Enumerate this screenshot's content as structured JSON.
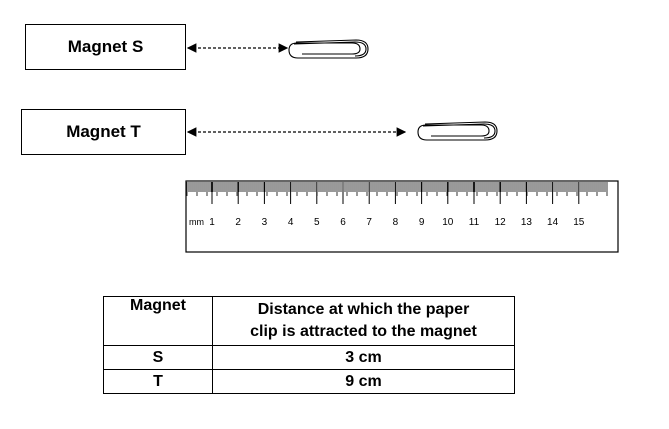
{
  "magnets": [
    {
      "label": "Magnet S"
    },
    {
      "label": "Magnet T"
    }
  ],
  "ruler": {
    "unit": "mm",
    "numbers": [
      "1",
      "2",
      "3",
      "4",
      "5",
      "6",
      "7",
      "8",
      "9",
      "10",
      "11",
      "12",
      "13",
      "14",
      "15"
    ]
  },
  "table": {
    "header_magnet": "Magnet",
    "header_distance_line1": "Distance at which the paper",
    "header_distance_line2": "clip is attracted  to the magnet",
    "rows": [
      {
        "magnet": "S",
        "distance": "3 cm"
      },
      {
        "magnet": "T",
        "distance": "9 cm"
      }
    ]
  }
}
